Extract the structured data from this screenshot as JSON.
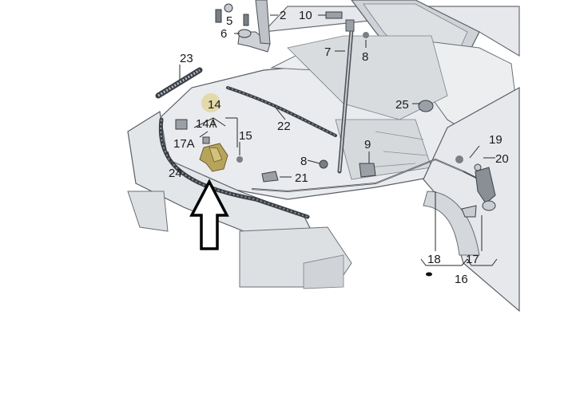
{
  "diagram": {
    "highlight_color": "#c8b96a",
    "part_fill": "#e9ebee",
    "line_color": "#5a5f66",
    "labels": {
      "p2": "2",
      "p5": "5",
      "p6": "6",
      "p7": "7",
      "p8a": "8",
      "p8b": "8",
      "p9": "9",
      "p10": "10",
      "p14": "14",
      "p14a": "14A",
      "p15": "15",
      "p16": "16",
      "p17": "17",
      "p17a": "17A",
      "p18": "18",
      "p19": "19",
      "p20": "20",
      "p21": "21",
      "p22": "22",
      "p23": "23",
      "p24": "24",
      "p25": "25"
    },
    "pointer_arrow": "up-arrow-outline"
  }
}
